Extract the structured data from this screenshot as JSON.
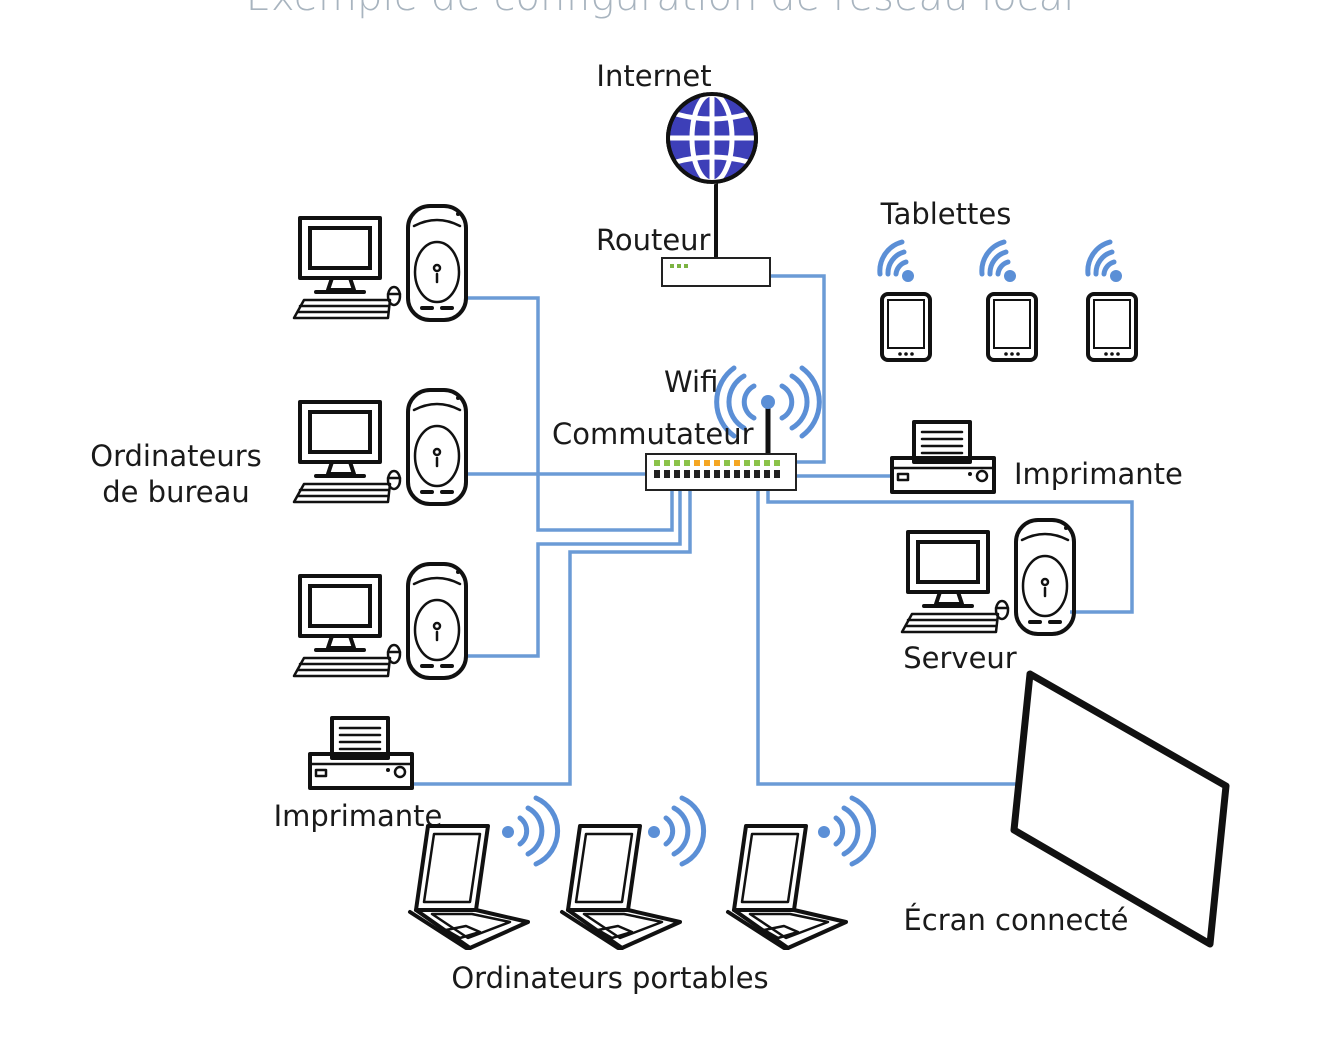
{
  "title": "Exemple de configuration de réseau local",
  "labels": {
    "internet": "Internet",
    "routeur": "Routeur",
    "tablettes": "Tablettes",
    "wifi": "Wifi",
    "commutateur": "Commutateur",
    "ordinateurs_bureau_1": "Ordinateurs",
    "ordinateurs_bureau_2": "de bureau",
    "imprimante_right": "Imprimante",
    "serveur": "Serveur",
    "imprimante_left": "Imprimante",
    "ecran": "Écran connecté",
    "portables": "Ordinateurs portables"
  },
  "colors": {
    "wire": "#6b9bd6",
    "globe": "#3d3fb8",
    "wifi_waves": "#5b8fd6",
    "port_green": "#8bc34a",
    "port_orange": "#f5a623"
  },
  "icons": [
    "globe-icon",
    "router-icon",
    "switch-icon",
    "wifi-antenna-icon",
    "desktop-computer-icon",
    "tablet-icon",
    "printer-icon",
    "server-icon",
    "laptop-icon",
    "smart-screen-icon"
  ]
}
